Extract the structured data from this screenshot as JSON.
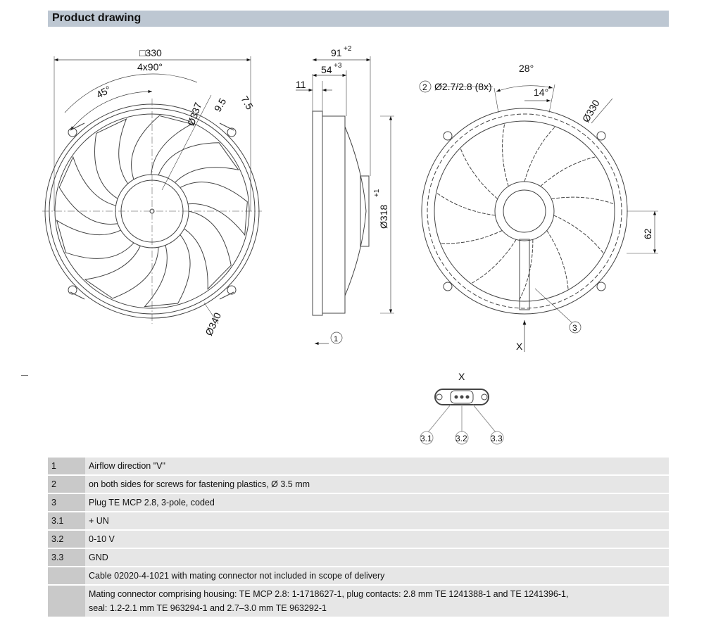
{
  "header": {
    "title": "Product drawing"
  },
  "front_view": {
    "dims": {
      "square": "□330",
      "angle_4x": "4x90°",
      "angle": "45°",
      "dia_337": "Ø337",
      "d95": "9.5",
      "d75": "7.5",
      "dia_340": "Ø340"
    }
  },
  "side_view": {
    "dims": {
      "d91": "91",
      "d91_tol": "+2",
      "d54": "54",
      "d54_tol": "+3",
      "d11": "11",
      "dia_318": "Ø318",
      "dia_318_tol": "+1"
    },
    "callout": "1"
  },
  "rear_view": {
    "dims": {
      "angle28": "28°",
      "angle14": "14°",
      "hole": "Ø2.7/2.8 (8x)",
      "dia_330": "Ø330",
      "d62": "62"
    },
    "callouts": {
      "c2": "2",
      "c3": "3"
    },
    "view_label": "X"
  },
  "connector": {
    "title": "X",
    "pins": [
      "3.1",
      "3.2",
      "3.3"
    ]
  },
  "legend": [
    {
      "key": "1",
      "text": "Airflow direction \"V\""
    },
    {
      "key": "2",
      "text": "on both sides for screws for fastening plastics, Ø 3.5 mm"
    },
    {
      "key": "3",
      "text": "Plug TE MCP 2.8, 3-pole, coded"
    },
    {
      "key": "3.1",
      "text": "+ UN"
    },
    {
      "key": "3.2",
      "text": "0-10 V"
    },
    {
      "key": "3.3",
      "text": "GND"
    },
    {
      "key": "",
      "text": "Cable 02020-4-1021 with mating connector not included in scope of delivery"
    },
    {
      "key": "",
      "text": "Mating connector comprising housing: TE MCP 2.8: 1-1718627-1, plug contacts: 2.8 mm TE 1241388-1 and TE 1241396-1,",
      "text2": "seal: 1.2-2.1 mm TE 963294-1 and 2.7–3.0 mm TE 963292-1"
    }
  ]
}
